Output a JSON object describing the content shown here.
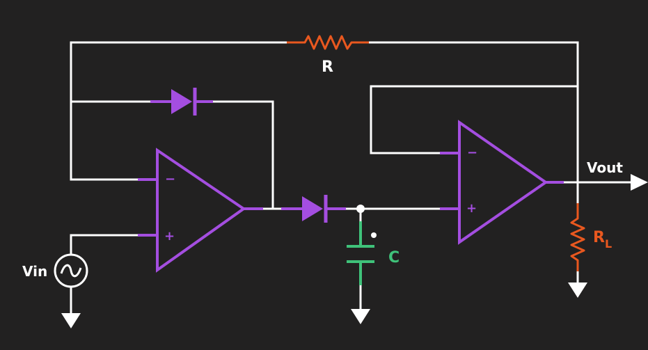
{
  "labels": {
    "r": "R",
    "c": "C",
    "rl_main": "R",
    "rl_sub": "L",
    "vin": "Vin",
    "vout": "Vout",
    "opamp_minus": "−",
    "opamp_plus": "+"
  },
  "colors": {
    "background": "#222121",
    "wire": "#ffffff",
    "opamp": "#a44ee0",
    "resistor": "#e9581f",
    "capacitor": "#3fc27a"
  }
}
